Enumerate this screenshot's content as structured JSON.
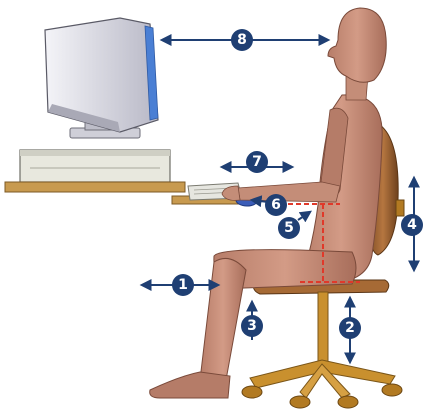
{
  "colors": {
    "arrow": "#1f3f73",
    "marker_fill": "#1f3f73",
    "marker_text": "#ffffff",
    "skin": "#c48d78",
    "skin_shadow": "#9a6555",
    "chair_back": "#a66a35",
    "chair_wood": "#c9902e",
    "desk": "#c89a4f",
    "monitor": "#dcdce6",
    "screen": "#4a7fd4",
    "cpu": "#e8e8de",
    "dashed_line": "#e0392a",
    "outline": "#4a4a4a"
  },
  "markers": [
    {
      "id": "1",
      "label": "1"
    },
    {
      "id": "2",
      "label": "2"
    },
    {
      "id": "3",
      "label": "3"
    },
    {
      "id": "4",
      "label": "4"
    },
    {
      "id": "5",
      "label": "5"
    },
    {
      "id": "6",
      "label": "6"
    },
    {
      "id": "7",
      "label": "7"
    },
    {
      "id": "8",
      "label": "8"
    }
  ],
  "icons": {
    "monitor": "crt-monitor-icon",
    "computer": "desktop-computer-icon",
    "keyboard": "keyboard-icon",
    "mouse": "mouse-icon",
    "chair": "office-chair-icon",
    "person": "seated-person-icon"
  }
}
